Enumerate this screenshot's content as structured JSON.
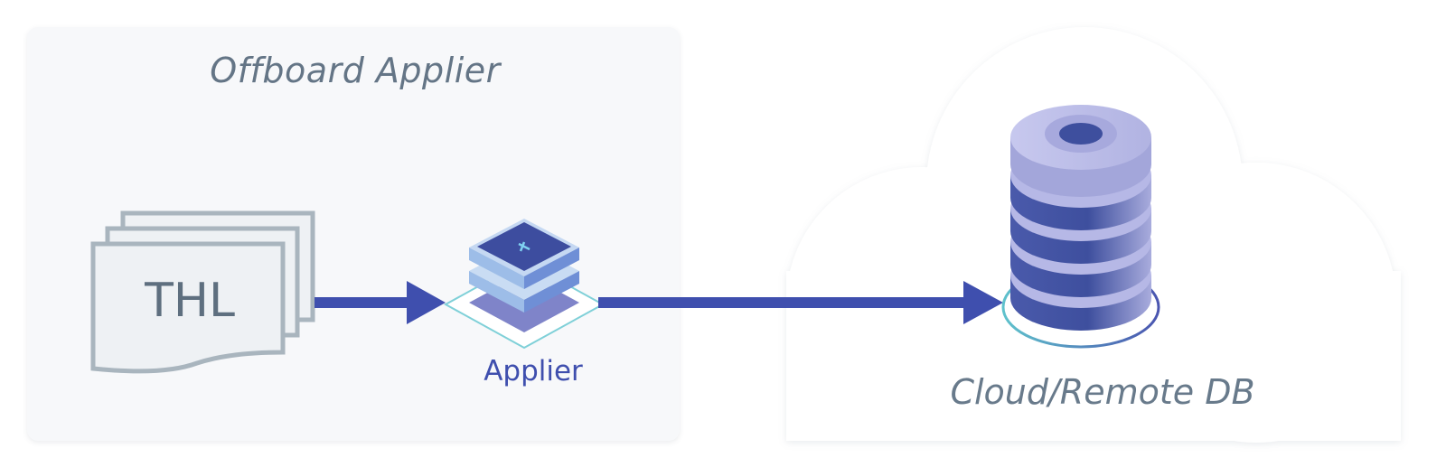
{
  "diagram": {
    "panel_title": "Offboard Applier",
    "thl_label": "THL",
    "applier_label": "Applier",
    "db_label": "Cloud/Remote DB"
  },
  "colors": {
    "arrow": "#3f4fae",
    "panel_bg": "#f7f8fa",
    "doc_border": "#a9b5be",
    "doc_fill": "#eef1f4",
    "db_dark": "#3e4f9e",
    "db_light": "#b6b8e6",
    "ring": "#5fc2cc"
  },
  "icons": [
    "document-stack-icon",
    "applier-chip-icon",
    "database-icon",
    "cloud-icon"
  ]
}
